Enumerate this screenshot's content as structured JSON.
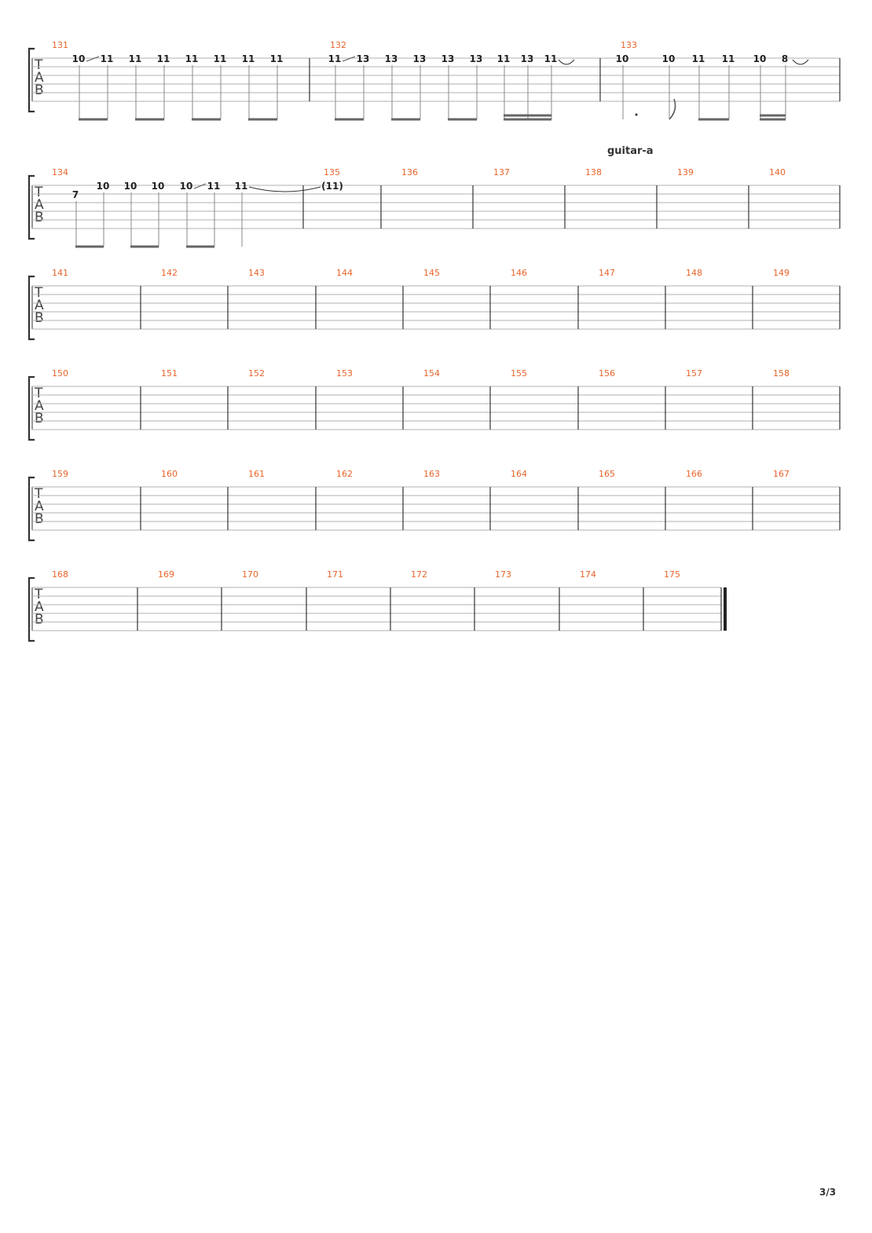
{
  "clef_letters": [
    "T",
    "A",
    "B"
  ],
  "annotation": "guitar-a",
  "page_number": "3/3",
  "systems": [
    {
      "measures": [
        {
          "num": "131",
          "notes": [
            {
              "fret": "10",
              "str": 1
            },
            {
              "fret": "11",
              "str": 1,
              "slide_from_prev": true
            },
            {
              "fret": "11",
              "str": 1
            },
            {
              "fret": "11",
              "str": 1
            },
            {
              "fret": "11",
              "str": 1
            },
            {
              "fret": "11",
              "str": 1
            },
            {
              "fret": "11",
              "str": 1
            },
            {
              "fret": "11",
              "str": 1
            }
          ]
        },
        {
          "num": "132",
          "notes": [
            {
              "fret": "11",
              "str": 1
            },
            {
              "fret": "13",
              "str": 1,
              "slide_from_prev": true
            },
            {
              "fret": "13",
              "str": 1
            },
            {
              "fret": "13",
              "str": 1
            },
            {
              "fret": "13",
              "str": 1
            },
            {
              "fret": "13",
              "str": 1
            },
            {
              "fret": "11",
              "str": 1
            },
            {
              "fret": "13",
              "str": 1
            },
            {
              "fret": "11",
              "str": 1,
              "tie_out": true
            }
          ]
        },
        {
          "num": "133",
          "notes": [
            {
              "fret": "10",
              "str": 1
            },
            {
              "fret": "10",
              "str": 1
            },
            {
              "fret": "11",
              "str": 1
            },
            {
              "fret": "11",
              "str": 1
            },
            {
              "fret": "10",
              "str": 1
            },
            {
              "fret": "8",
              "str": 1,
              "tie_out": true
            }
          ]
        }
      ]
    },
    {
      "measures": [
        {
          "num": "134",
          "notes": [
            {
              "fret": "7",
              "str": 2
            },
            {
              "fret": "10",
              "str": 1
            },
            {
              "fret": "10",
              "str": 1
            },
            {
              "fret": "10",
              "str": 1
            },
            {
              "fret": "10",
              "str": 1
            },
            {
              "fret": "11",
              "str": 1,
              "slide_from_prev": true
            },
            {
              "fret": "11",
              "str": 1,
              "tie_out": true
            }
          ]
        },
        {
          "num": "135",
          "notes": [
            {
              "fret": "(11)",
              "str": 1
            }
          ]
        },
        {
          "num": "136",
          "notes": []
        },
        {
          "num": "137",
          "notes": []
        },
        {
          "num": "138",
          "notes": []
        },
        {
          "num": "139",
          "notes": []
        },
        {
          "num": "140",
          "notes": []
        }
      ]
    },
    {
      "measures": [
        {
          "num": "141"
        },
        {
          "num": "142"
        },
        {
          "num": "143"
        },
        {
          "num": "144"
        },
        {
          "num": "145"
        },
        {
          "num": "146"
        },
        {
          "num": "147"
        },
        {
          "num": "148"
        },
        {
          "num": "149"
        }
      ]
    },
    {
      "measures": [
        {
          "num": "150"
        },
        {
          "num": "151"
        },
        {
          "num": "152"
        },
        {
          "num": "153"
        },
        {
          "num": "154"
        },
        {
          "num": "155"
        },
        {
          "num": "156"
        },
        {
          "num": "157"
        },
        {
          "num": "158"
        }
      ]
    },
    {
      "measures": [
        {
          "num": "159"
        },
        {
          "num": "160"
        },
        {
          "num": "161"
        },
        {
          "num": "162"
        },
        {
          "num": "163"
        },
        {
          "num": "164"
        },
        {
          "num": "165"
        },
        {
          "num": "166"
        },
        {
          "num": "167"
        }
      ]
    },
    {
      "measures": [
        {
          "num": "168"
        },
        {
          "num": "169"
        },
        {
          "num": "170"
        },
        {
          "num": "171"
        },
        {
          "num": "172"
        },
        {
          "num": "173"
        },
        {
          "num": "174"
        },
        {
          "num": "175"
        }
      ]
    }
  ]
}
